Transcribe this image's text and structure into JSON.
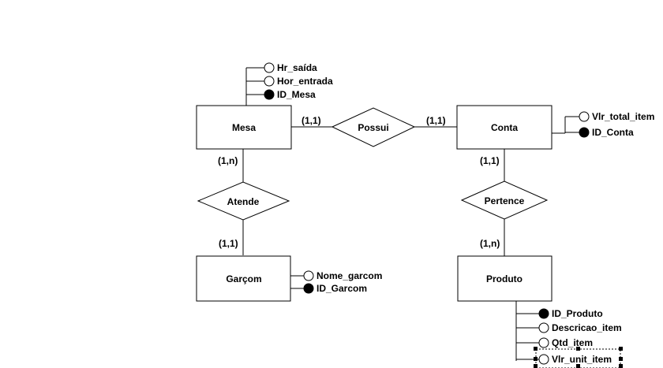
{
  "entities": {
    "mesa": "Mesa",
    "conta": "Conta",
    "garcom": "Garçom",
    "produto": "Produto"
  },
  "relationships": {
    "possui": "Possui",
    "atende": "Atende",
    "pertence": "Pertence"
  },
  "cardinalities": {
    "mesa_possui": "(1,1)",
    "conta_possui": "(1,1)",
    "mesa_atende": "(1,n)",
    "garcom_atende": "(1,1)",
    "conta_pertence": "(1,1)",
    "produto_pertence": "(1,n)"
  },
  "attributes": {
    "mesa": [
      {
        "label": "Hr_saída",
        "key": false
      },
      {
        "label": "Hor_entrada",
        "key": false
      },
      {
        "label": "ID_Mesa",
        "key": true
      }
    ],
    "conta": [
      {
        "label": "Vlr_total_item",
        "key": false
      },
      {
        "label": "ID_Conta",
        "key": true
      }
    ],
    "garcom": [
      {
        "label": "Nome_garcom",
        "key": false
      },
      {
        "label": "ID_Garcom",
        "key": true
      }
    ],
    "produto": [
      {
        "label": "ID_Produto",
        "key": true
      },
      {
        "label": "Descricao_item",
        "key": false
      },
      {
        "label": "Qtd_item",
        "key": false
      },
      {
        "label": "Vlr_unit_item",
        "key": false
      }
    ]
  }
}
